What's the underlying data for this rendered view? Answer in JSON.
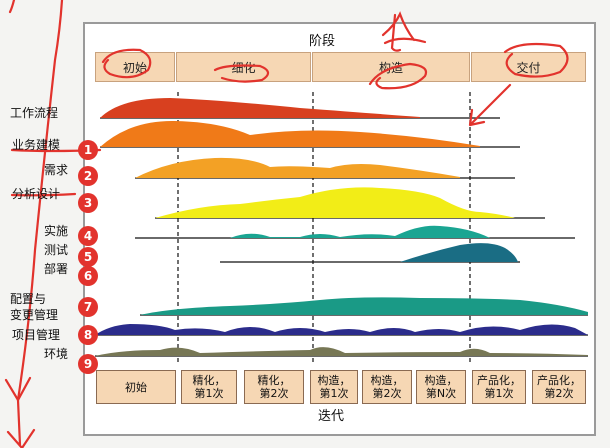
{
  "phases_title": "阶段",
  "phases": [
    "初始",
    "细化",
    "构造",
    "交付"
  ],
  "iterations_title": "迭代",
  "iterations": [
    "初始",
    "精化，\n第1次",
    "精化，\n第2次",
    "构造，\n第1次",
    "构造，\n第2次",
    "构造，\n第N次",
    "产品化，\n第1次",
    "产品化，\n第2次"
  ],
  "disciplines": [
    "工作流程",
    "业务建模",
    "需求",
    "分析设计",
    "实施",
    "测试",
    "部署",
    "配置与",
    "变更管理",
    "项目管理",
    "环境"
  ],
  "badges": [
    "1",
    "2",
    "3",
    "4",
    "5",
    "6",
    "7",
    "8",
    "9"
  ],
  "colors": {
    "workflow": "#d8401f",
    "business": "#f07a18",
    "requirements": "#f3a125",
    "analysis": "#f2ed17",
    "implementation": "#1aa592",
    "test": "#1a6d84",
    "config": "#1a9a86",
    "project": "#2b2c8b",
    "env": "#777755",
    "annotation": "#e2332d"
  }
}
